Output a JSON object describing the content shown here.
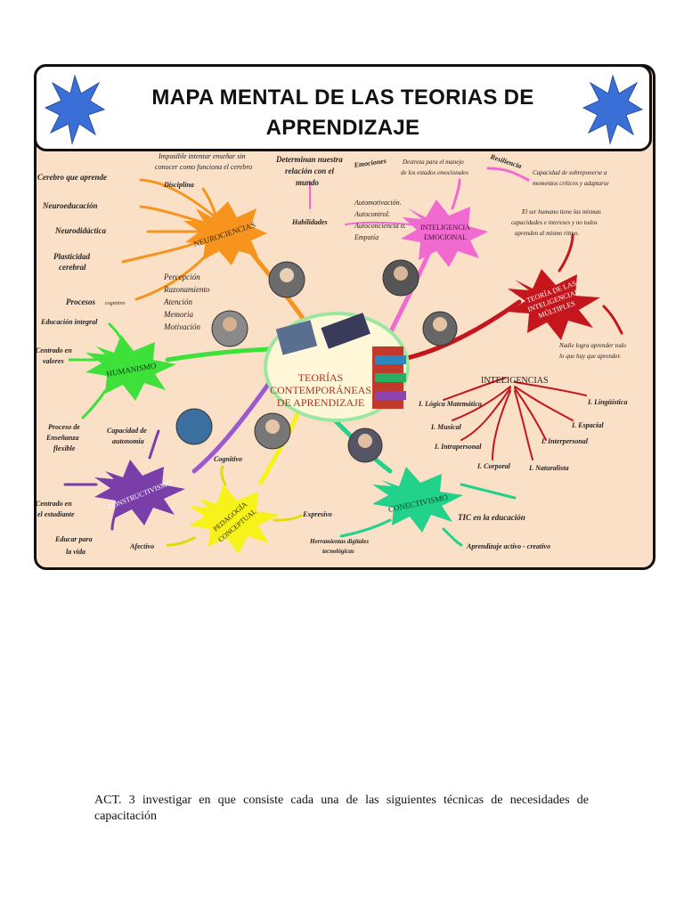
{
  "title": {
    "line1": "MAPA MENTAL DE LAS TEORIAS DE",
    "line2": "APRENDIZAJE"
  },
  "center": {
    "line1": "TEORÍAS",
    "line2": "CONTEMPORÁNEAS",
    "line3": "DE APRENDIZAJE"
  },
  "neurociencias": {
    "label": "NEUROCIENCIAS",
    "impossible_1": "Imposible intentar enseñar sin",
    "impossible_2": "conocer como funciona el cerebro",
    "disciplina": "Disciplina",
    "items": [
      "Cerebro que aprende",
      "Neuroeducación",
      "Neurodidáctica",
      "Plasticidad",
      "cerebral"
    ],
    "procesos": "Procesos",
    "procesos_sub": "cognitivo",
    "procesos_items": [
      "Percepción",
      "Razonamiento",
      "Atención",
      "Memoria",
      "Motivación"
    ]
  },
  "emocional": {
    "label_1": "INTELIGENCIA",
    "label_2": "EMOCIONAL",
    "determinan_1": "Determinan nuestra",
    "determinan_2": "relación con el",
    "determinan_3": "mundo",
    "habilidades": "Habilidades",
    "habilidades_items": [
      "Automotivación.",
      "Autocontrol.",
      "Autoconciencia o.",
      "Empatía"
    ],
    "emociones": "Emociones",
    "destreza_1": "Destreza para el manejo",
    "destreza_2": "de los estados emocionales",
    "resiliencia": "Resiliencia",
    "capacidad_1": "Capacidad de sobreponerse a",
    "capacidad_2": "momentos críticos y adaptarse"
  },
  "multiples": {
    "label_1": "TEORÍA DE LAS",
    "label_2": "INTELIGENCIAS",
    "label_3": "MÚLTIPLES",
    "note_1": "El ser humano tiene las mismas",
    "note_2": "capacidades e intereses y no todos",
    "note_3": "aprenden al mismo ritmo.",
    "nadie_1": "Nadie logra aprender todo",
    "nadie_2": "lo que hay que aprender.",
    "inteligencias": "INTELIGENCIAS",
    "types": [
      "I. Lógica Matemática",
      "I. Lingüística",
      "I. Musical",
      "I. Espacial",
      "I. Intrapersonal",
      "I. Interpersonal",
      "I. Corporal",
      "I. Naturalista"
    ]
  },
  "humanismo": {
    "label": "HUMANISMO",
    "educacion": "Educación integral",
    "centrado_1": "Centrado en",
    "centrado_2": "valores",
    "proceso_1": "Proceso de",
    "proceso_2": "Enseñanza",
    "proceso_3": "flexible"
  },
  "constructivismo": {
    "label": "CONSTRUCTIVISMO",
    "capacidad_1": "Capacidad de",
    "capacidad_2": "autonomía",
    "centrado_1": "Centrado en",
    "centrado_2": "el estudiante",
    "educar_1": "Educar para",
    "educar_2": "la vida"
  },
  "pedagogia": {
    "label_1": "PEDAGOGÍA",
    "label_2": "CONCEPTUAL",
    "cognitivo": "Cognitivo",
    "expresivo": "Expresivo",
    "afectivo": "Afectivo"
  },
  "conectivismo": {
    "label": "CONECTIVISMO",
    "tic": "TIC en la educación",
    "herramientas_1": "Herramientas digitales",
    "herramientas_2": "tecnológicas",
    "aprendizaje": "Aprendizaje activo - creativo"
  },
  "activity": "ACT. 3 investigar en que consiste cada una de las siguientes técnicas de necesidades de capacitación",
  "colors": {
    "background": "#fbe0c8",
    "neurociencias": "#f7941d",
    "emocional": "#f06ad0",
    "multiples": "#c4161c",
    "humanismo": "#3ee03a",
    "constructivismo": "#7a3ea8",
    "pedagogia": "#f7f21a",
    "conectivismo": "#22d18a",
    "stars": "#3b6fd8"
  }
}
